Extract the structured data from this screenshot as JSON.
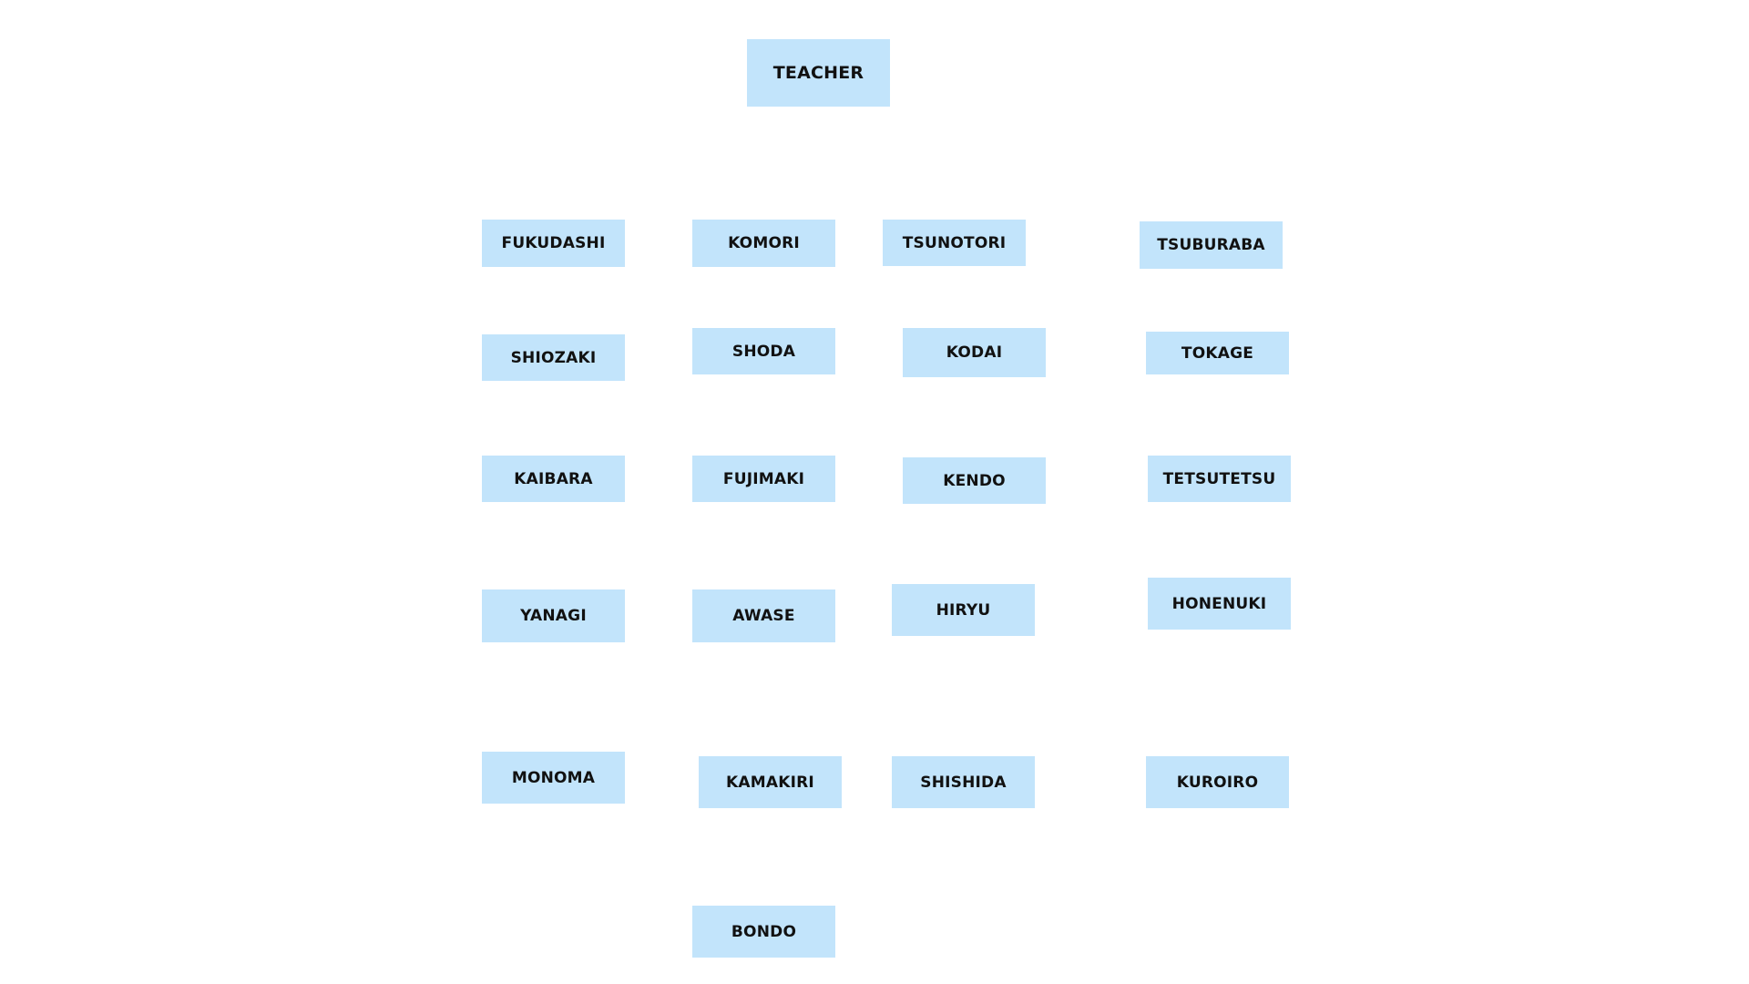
{
  "colors": {
    "box_fill": "#c2e4fb",
    "text": "#111111",
    "background": "#ffffff"
  },
  "nodes": {
    "teacher": "TEACHER",
    "fukudashi": "FUKUDASHI",
    "komori": "KOMORI",
    "tsunotori": "TSUNOTORI",
    "tsuburaba": "TSUBURABA",
    "shiozaki": "SHIOZAKI",
    "shoda": "SHODA",
    "kodai": "KODAI",
    "tokage": "TOKAGE",
    "kaibara": "KAIBARA",
    "fujimaki": "FUJIMAKI",
    "kendo": "KENDO",
    "tetsutetsu": "TETSUTETSU",
    "yanagi": "YANAGI",
    "awase": "AWASE",
    "hiryu": "HIRYU",
    "honenuki": "HONENUKI",
    "monoma": "MONOMA",
    "kamakiri": "KAMAKIRI",
    "shishida": "SHISHIDA",
    "kuroiro": "KUROIRO",
    "bondo": "BONDO"
  }
}
